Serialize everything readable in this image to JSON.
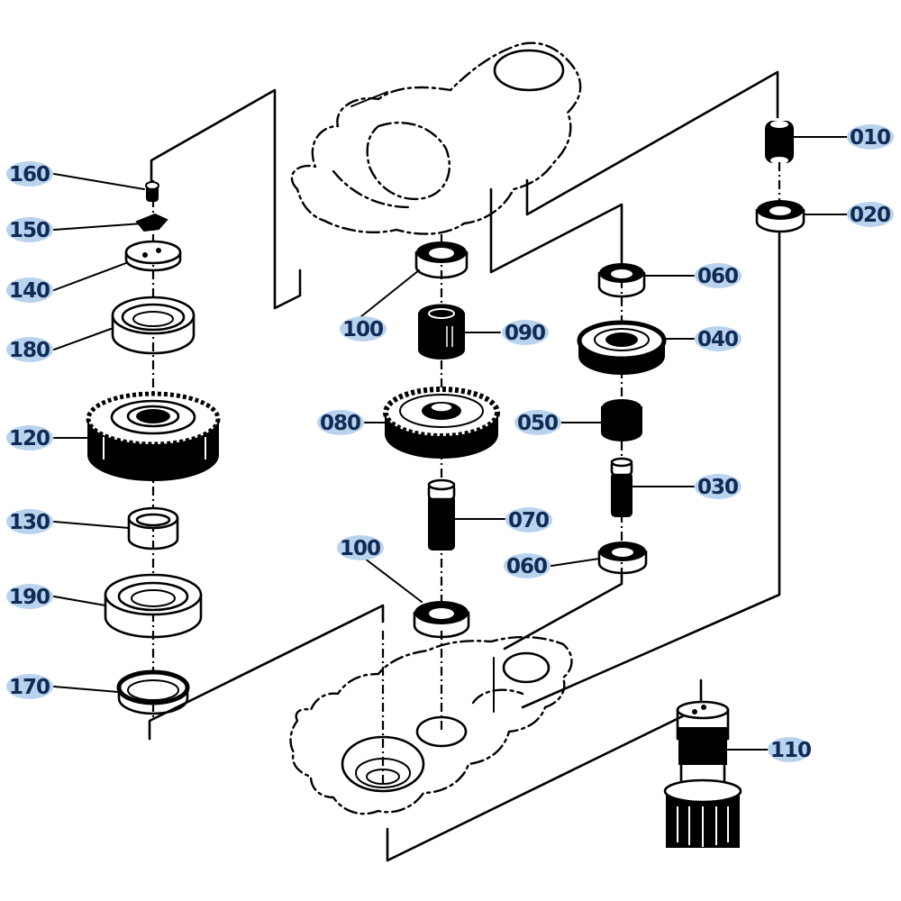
{
  "diagram": {
    "title": "Gear case exploded parts diagram",
    "label_color": "#102a54",
    "label_highlight": "#b9d3ee",
    "callouts": [
      {
        "id": "010",
        "part": "pinion-shaft-small"
      },
      {
        "id": "020",
        "part": "ball-bearing-small"
      },
      {
        "id": "030",
        "part": "shaft"
      },
      {
        "id": "040",
        "part": "gear"
      },
      {
        "id": "050",
        "part": "collar-splined"
      },
      {
        "id": "060",
        "part": "ball-bearing",
        "occurrences": 2
      },
      {
        "id": "070",
        "part": "shaft"
      },
      {
        "id": "080",
        "part": "gear"
      },
      {
        "id": "090",
        "part": "collar-splined"
      },
      {
        "id": "100",
        "part": "ball-bearing",
        "occurrences": 2
      },
      {
        "id": "110",
        "part": "pinion-shaft"
      },
      {
        "id": "120",
        "part": "gear-large"
      },
      {
        "id": "130",
        "part": "collar"
      },
      {
        "id": "140",
        "part": "washer-plate"
      },
      {
        "id": "150",
        "part": "lock-plate"
      },
      {
        "id": "160",
        "part": "bolt"
      },
      {
        "id": "170",
        "part": "oil-seal"
      },
      {
        "id": "180",
        "part": "ball-bearing-large"
      },
      {
        "id": "190",
        "part": "ball-bearing-large"
      }
    ],
    "labels": {
      "l160": "160",
      "l150": "150",
      "l140": "140",
      "l180": "180",
      "l120": "120",
      "l130": "130",
      "l190": "190",
      "l170": "170",
      "l100a": "100",
      "l090": "090",
      "l080": "080",
      "l070": "070",
      "l100b": "100",
      "l060a": "060",
      "l040": "040",
      "l050": "050",
      "l030": "030",
      "l060b": "060",
      "l010": "010",
      "l020": "020",
      "l110": "110"
    }
  }
}
